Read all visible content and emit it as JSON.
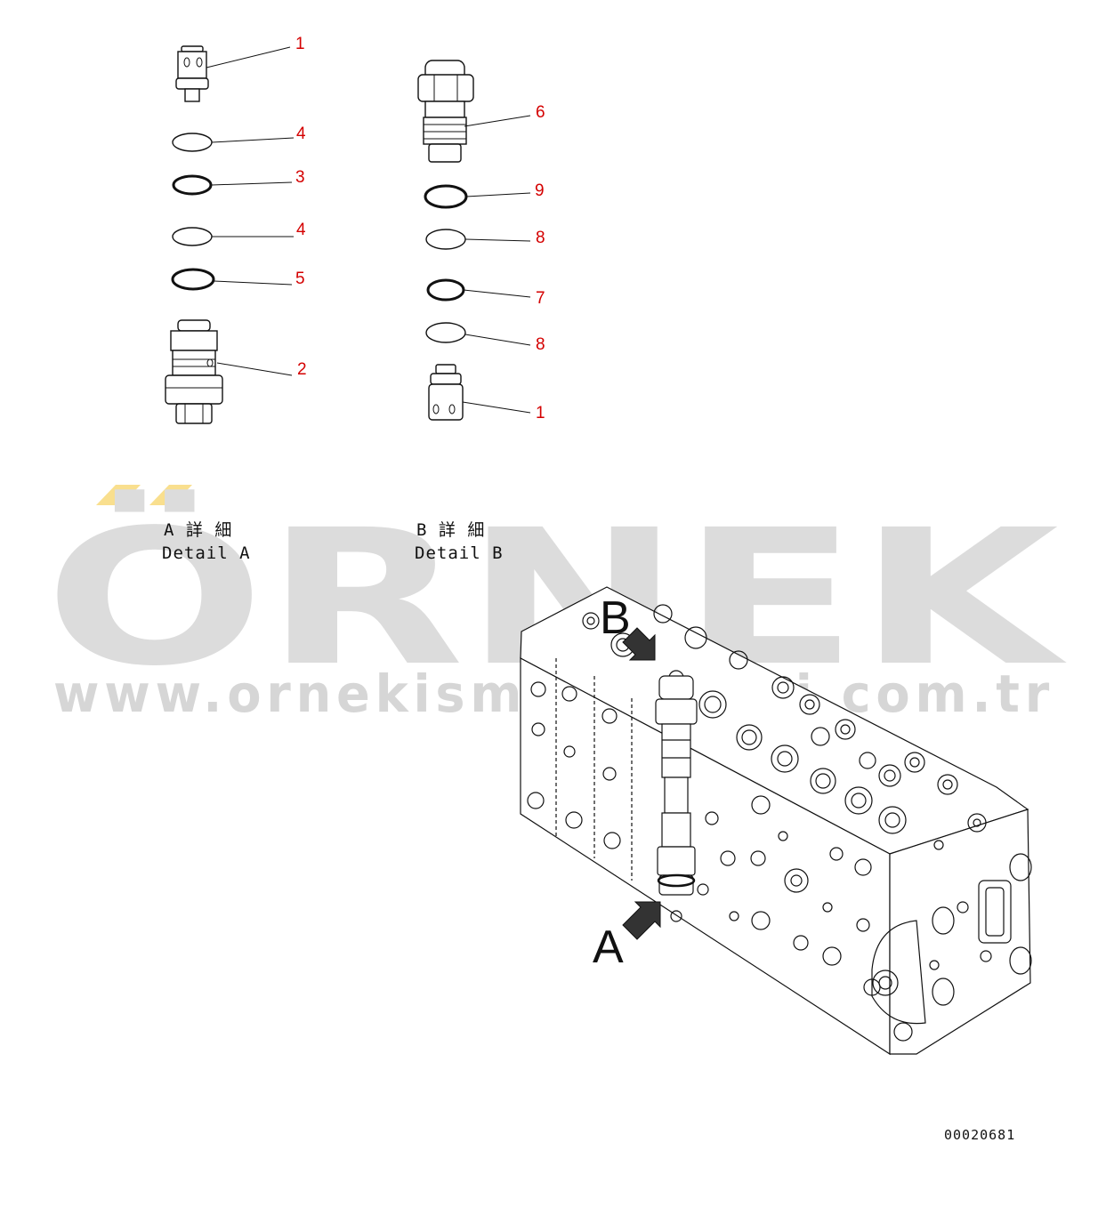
{
  "watermark": {
    "brand": "ÖRNEK",
    "url": "www.ornekismakinalari.com.tr",
    "accent_color": "#f9df8e",
    "text_color": "#dcdcdc"
  },
  "detail_a": {
    "jp": "A 詳 細",
    "en": "Detail A"
  },
  "detail_b": {
    "jp": "B 詳 細",
    "en": "Detail B"
  },
  "view_arrows": {
    "a": "A",
    "b": "B"
  },
  "callouts_a": [
    "1",
    "4",
    "3",
    "4",
    "5",
    "2"
  ],
  "callouts_b": [
    "6",
    "9",
    "8",
    "7",
    "8",
    "1"
  ],
  "callout_color": "#d40000",
  "document_number": "00020681"
}
